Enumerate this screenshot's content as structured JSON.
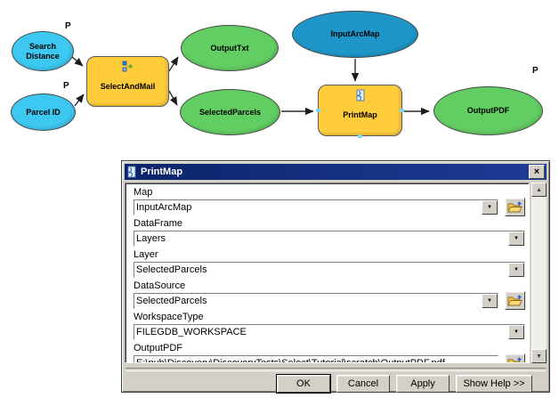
{
  "diagram": {
    "parameter_marker": "P",
    "nodes": {
      "search_distance": {
        "label": "Search Distance"
      },
      "parcel_id": {
        "label": "Parcel ID"
      },
      "select_and_mail": {
        "label": "SelectAndMail"
      },
      "output_txt": {
        "label": "OutputTxt"
      },
      "selected_parcels": {
        "label": "SelectedParcels"
      },
      "input_arc_map": {
        "label": "InputArcMap"
      },
      "print_map": {
        "label": "PrintMap"
      },
      "output_pdf": {
        "label": "OutputPDF"
      }
    },
    "colors": {
      "input_variable": "#3CC8F0",
      "input_data": "#1E96C8",
      "output_data": "#62CD62",
      "tool": "#FFCD3C"
    }
  },
  "dialog": {
    "title": "PrintMap",
    "close_label": "×",
    "scroll_up": "▲",
    "scroll_down": "▼",
    "dropdown_glyph": "▼",
    "fields": [
      {
        "label": "Map",
        "value": "InputArcMap"
      },
      {
        "label": "DataFrame",
        "value": "Layers"
      },
      {
        "label": "Layer",
        "value": "SelectedParcels"
      },
      {
        "label": "DataSource",
        "value": "SelectedParcels"
      },
      {
        "label": "WorkspaceType",
        "value": "FILEGDB_WORKSPACE"
      },
      {
        "label": "OutputPDF",
        "value": "E:\\pub\\Discovery\\DiscoveryTests\\Select\\Tutorial\\scratch\\OutputPDF.pdf"
      }
    ],
    "buttons": {
      "ok": "OK",
      "cancel": "Cancel",
      "apply": "Apply",
      "show_help": "Show Help >>"
    }
  }
}
